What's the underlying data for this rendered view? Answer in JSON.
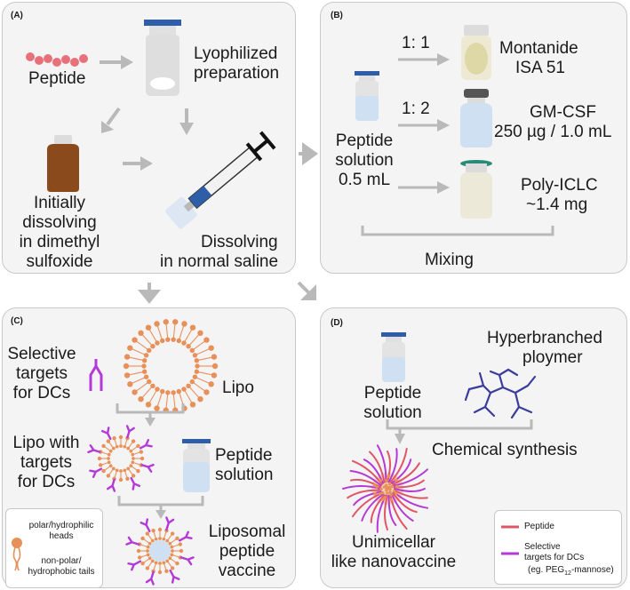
{
  "panels": {
    "a": {
      "label": "(A)",
      "peptide": "Peptide",
      "lyophilized": [
        "Lyophilized",
        "preparation"
      ],
      "initially": [
        "Initially",
        "dissolving",
        "in dimethyl",
        "sulfoxide"
      ],
      "dissolving": [
        "Dissolving",
        "in normal saline"
      ]
    },
    "b": {
      "label": "(B)",
      "ratio1": "1: 1",
      "ratio2": "1: 2",
      "montanide": [
        "Montanide",
        "ISA 51"
      ],
      "gmcsf": [
        "GM-CSF",
        "250 µg / 1.0 mL"
      ],
      "peptide_solution": [
        "Peptide",
        "solution",
        "0.5 mL"
      ],
      "polyiclc": [
        "Poly-ICLC",
        "~1.4 mg"
      ],
      "mixing": "Mixing"
    },
    "c": {
      "label": "(C)",
      "selective": [
        "Selective",
        "targets",
        "for DCs"
      ],
      "lipo": "Lipo",
      "lipo_with": [
        "Lipo with",
        "targets",
        "for DCs"
      ],
      "peptide_solution": [
        "Peptide",
        "solution"
      ],
      "liposomal": [
        "Liposomal",
        "peptide",
        "vaccine"
      ],
      "legend_heads": [
        "polar/hydrophilic",
        "heads"
      ],
      "legend_tails": [
        "non-polar/",
        "hydrophobic tails"
      ]
    },
    "d": {
      "label": "(D)",
      "hyperbranched": [
        "Hyperbranched",
        "ploymer"
      ],
      "peptide_solution": [
        "Peptide",
        "solution"
      ],
      "chemical": "Chemical synthesis",
      "unimicellar": [
        "Unimicellar",
        "like nanovaccine"
      ],
      "legend_peptide": "Peptide",
      "legend_targets": [
        "Selective",
        "targets for DCs"
      ],
      "legend_peg_prefix": "(eg. PEG",
      "legend_peg_sub": "12",
      "legend_peg_suffix": "-mannose)"
    }
  },
  "colors": {
    "panel_bg": "#f4f4f4",
    "panel_border": "#c8c8c8",
    "arrow": "#b9b9b9",
    "peptide_bead": "#e8707a",
    "vial_cap": "#2f5ea8",
    "vial_body": "#e3e3e3",
    "solution": "#cfe0f3",
    "dmso_bottle": "#8a4a1c",
    "lipid_head": "#e8905a",
    "target_purple": "#b43ad8",
    "polymer": "#3a3d9a",
    "peptide_line": "#e05666"
  },
  "icons": [
    "peptide-chain-icon",
    "vial-icon",
    "syringe-icon",
    "brown-bottle-icon",
    "liposome-icon",
    "polymer-icon",
    "nanovaccine-icon"
  ]
}
